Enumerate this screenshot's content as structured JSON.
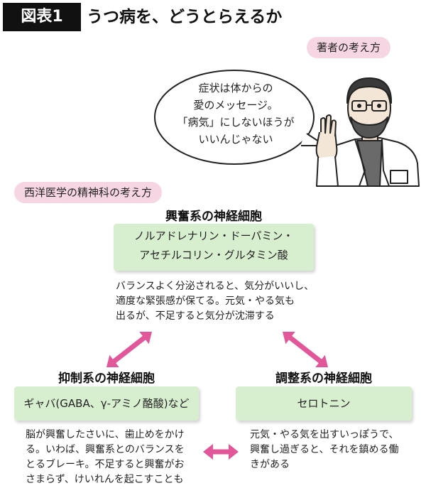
{
  "figure": {
    "tag": "図表1",
    "title": "うつ病を、どうとらえるか"
  },
  "author": {
    "label": "著者の考え方",
    "speech": [
      "症状は体からの",
      "愛のメッセージ。",
      "「病気」にしないほうが",
      "いいんじゃない"
    ]
  },
  "western": {
    "label": "西洋医学の精神科の考え方"
  },
  "excitatory": {
    "title": "興奮系の神経細胞",
    "examples": [
      "ノルアドレナリン・ドーパミン・",
      "アセチルコリン・グルタミン酸"
    ],
    "description": [
      "バランスよく分泌されると、気分がいいし、",
      "適度な緊張感が保てる。元気・やる気も",
      "出るが、不足すると気分が沈滞する"
    ]
  },
  "inhibitory": {
    "title": "抑制系の神経細胞",
    "examples": "ギャバ(GABA、γ-アミノ酪酸)など",
    "description": [
      "脳が興奮したさいに、歯止めをかけ",
      "る。いわば、興奮系とのバランスを",
      "とるブレーキ。不足すると興奮がお",
      "さまらず、けいれんを起こすことも"
    ]
  },
  "regulatory": {
    "title": "調整系の神経細胞",
    "examples": "セロトニン",
    "description": [
      "元気・やる気を出すいっぽうで、",
      "興奮し過ぎると、それを鎮める働",
      "きがある"
    ]
  },
  "colors": {
    "arrow": "#e2579a",
    "box": "#d8efcf",
    "pill": "#f7d6e3",
    "tag": "#111111"
  }
}
